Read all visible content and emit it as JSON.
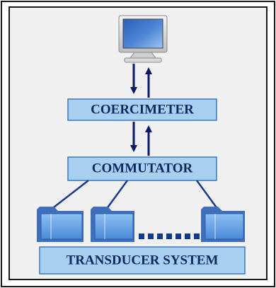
{
  "blocks": {
    "coercimeter": "COERCIMETER",
    "commutator": "COMMUTATOR",
    "transducer_system": "TRANSDUCER SYSTEM"
  },
  "icons": {
    "computer": "computer-monitor-icon",
    "transducer": "transducer-icon",
    "ellipsis": "dotted-ellipsis"
  },
  "colors": {
    "frame_bg": "#f0f0f0",
    "frame_border": "#1a1a1a",
    "block_fill": "#a9cff0",
    "block_stroke": "#3a78c0",
    "text": "#0d2a5e",
    "arrow": "#0a1a66",
    "line": "#1c3a8a",
    "transducer_fill": "#6aa7e8",
    "dot": "#123a8c"
  }
}
